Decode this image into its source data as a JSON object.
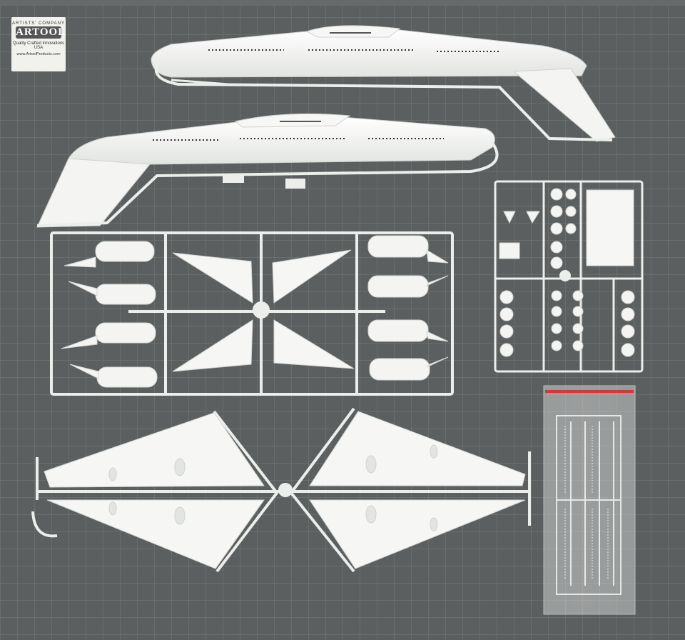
{
  "mat_label": {
    "top_text": "ARTISTS' COMPANY",
    "brand": "ARTOOL",
    "tagline": "Quality Crafted Innovations",
    "country": "USA",
    "url": "www.ArtoolProducts.com"
  },
  "colors": {
    "mat": "#5b5f5f",
    "grid_line": "#7b807f",
    "plastic": "#f4f5f3",
    "plastic_shadow": "#d9dbd8",
    "bag_tape": "#d23a3a"
  }
}
